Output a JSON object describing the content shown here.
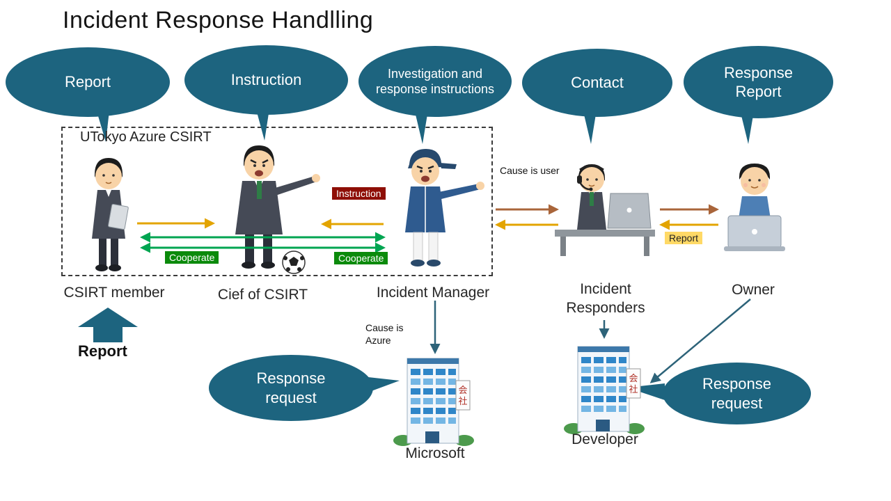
{
  "title": "Incident Response Handlling",
  "bubbles": {
    "report": "Report",
    "instruction": "Instruction",
    "investigation": "Investigation and response instructions",
    "contact": "Contact",
    "response_report": "Response Report",
    "response_request_ms": "Response request",
    "response_request_dev": "Response request"
  },
  "csirt_box": {
    "label": "UTokyo Azure CSIRT"
  },
  "actor_labels": {
    "csirt_member": "CSIRT member",
    "chief": "Cief of CSIRT",
    "incident_manager": "Incident Manager",
    "incident_responders": "Incident Responders",
    "owner": "Owner",
    "microsoft": "Microsoft",
    "developer": "Developer"
  },
  "flow_labels": {
    "instruction_tag": "Instruction",
    "cooperate_left": "Cooperate",
    "cooperate_right": "Cooperate",
    "cause_is_user": "Cause is user",
    "cause_is_azure": "Cause is Azure",
    "report_tag": "Report",
    "report_up": "Report"
  },
  "buildings": {
    "sign": {
      "line1": "会",
      "line2": "社"
    }
  },
  "colors": {
    "bubble": "#1d647f",
    "yellow": "#e3a400",
    "green": "#00a551",
    "brown": "#a9653a",
    "teal": "#2d6379",
    "instruction_bg": "#8e0e06",
    "cooperate_bg": "#0b8a0b",
    "report_bg": "#ffd966"
  }
}
